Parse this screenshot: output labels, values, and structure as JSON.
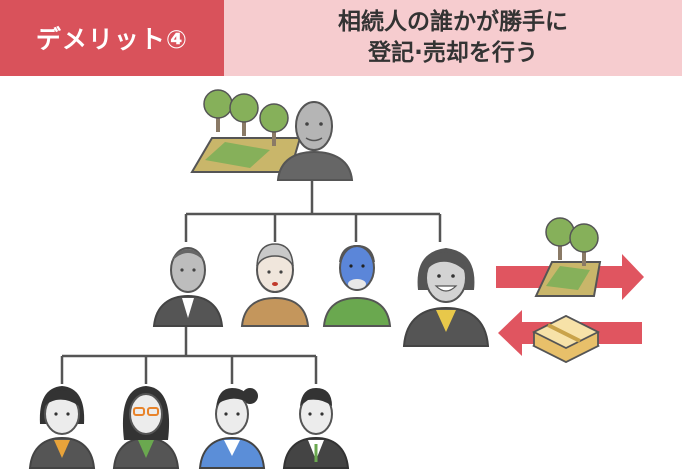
{
  "header": {
    "badge_label": "デメリット④",
    "title_line1": "相続人の誰かが勝手に",
    "title_line2": "登記·売却を行う"
  },
  "colors": {
    "badge_bg": "#d9525b",
    "title_bg": "#f6cccf",
    "arrow_red": "#e05560",
    "tree_line": "#555555"
  },
  "icons": [
    "land-with-trees-icon",
    "elderly-man-icon",
    "man-in-suit-icon",
    "elderly-woman-icon",
    "bald-man-icon",
    "smiling-woman-icon",
    "land-with-trees-icon",
    "money-stack-icon",
    "woman-orange-shirt-icon",
    "woman-glasses-icon",
    "woman-ponytail-icon",
    "man-suit-icon"
  ]
}
